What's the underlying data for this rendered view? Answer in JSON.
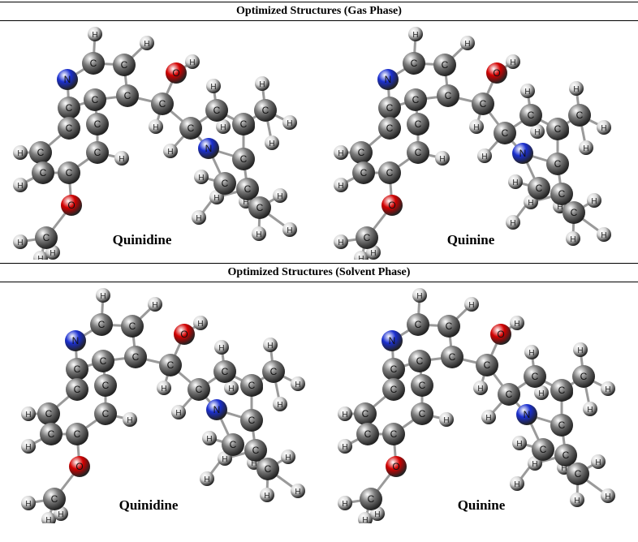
{
  "sections": [
    {
      "title": "Optimized Structures (Gas Phase)",
      "molecules": [
        {
          "label": "Quinidine"
        },
        {
          "label": "Quinine"
        }
      ]
    },
    {
      "title": "Optimized Structures (Solvent Phase)",
      "molecules": [
        {
          "label": "Quinidine"
        },
        {
          "label": "Quinine"
        }
      ]
    }
  ],
  "atom_symbols": {
    "carbon": "C",
    "nitrogen": "N",
    "oxygen": "O",
    "hydrogen": "H"
  },
  "colors": {
    "carbon": "#7a7a7a",
    "nitrogen": "#1a2fd0",
    "oxygen": "#d40000",
    "hydrogen": "#d8d8d8",
    "bond": "#9a9a9a"
  },
  "molecule_variants": [
    "quinidine",
    "quinine"
  ]
}
